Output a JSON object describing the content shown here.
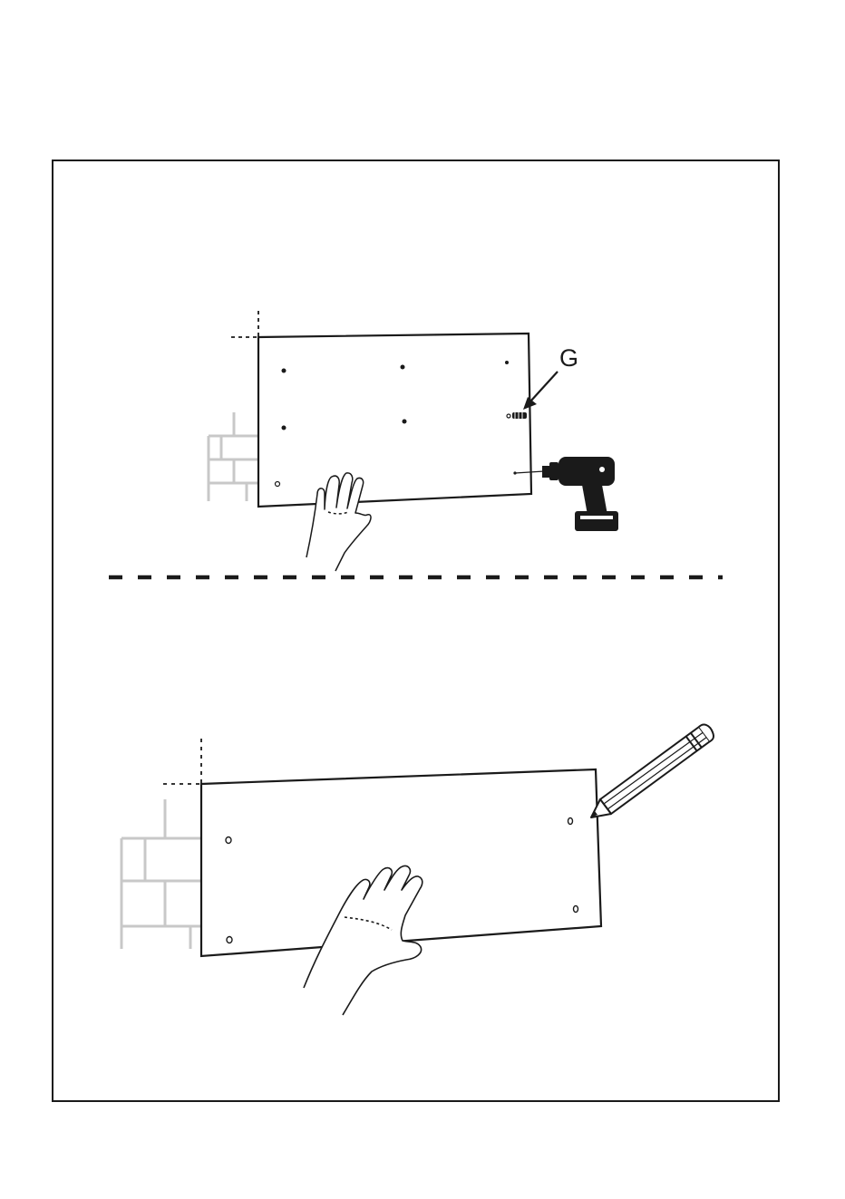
{
  "figure": {
    "callout_label": "G",
    "steps": [
      {
        "id": "step-drill",
        "tool": "drill-icon",
        "fastener": "anchor-plug-icon"
      },
      {
        "id": "step-mark",
        "tool": "pencil-icon"
      }
    ],
    "colors": {
      "ink": "#1a1a1a",
      "wall": "#c8c8c8",
      "panel": "#ffffff"
    }
  }
}
